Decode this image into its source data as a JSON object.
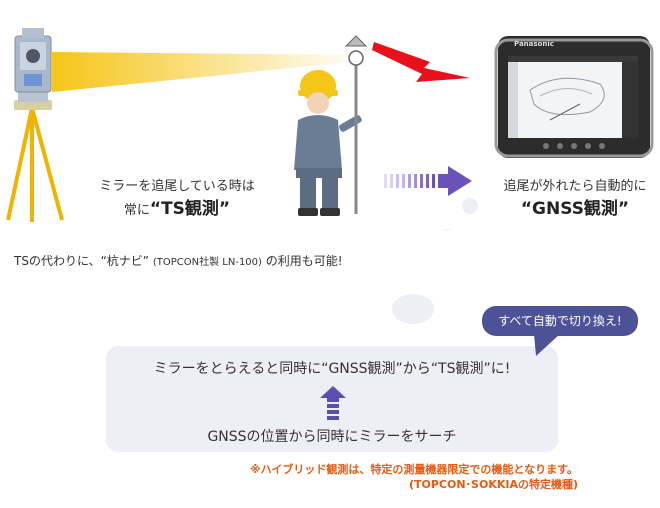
{
  "left_caption": {
    "line1": "ミラーを追尾している時は",
    "line2_prefix": "常に",
    "line2_bold": "“TS観測”"
  },
  "right_caption": {
    "line1": "追尾が外れたら自動的に",
    "line2_bold": "“GNSS観測”"
  },
  "tablet": {
    "brand": "Panasonic"
  },
  "ts_note": {
    "prefix": "TSの代わりに、",
    "highlight": "“杭ナビ”",
    "model": "(TOPCON社製 LN-100)",
    "suffix": "の利用も可能!"
  },
  "callout": {
    "label": "すべて自動で切り換え!"
  },
  "cloud": {
    "top_text": "ミラーをとらえると同時に“GNSS観測”から“TS観測”に!",
    "bottom_text": "GNSSの位置から同時にミラーをサーチ"
  },
  "footnote": {
    "line1": "※ハイブリッド観測は、特定の測量機器限定での機能となります。",
    "line2": "(TOPCON･SOKKIAの特定機種)"
  },
  "colors": {
    "beam": "#f5c518",
    "signal": "#e8101a",
    "arrow": "#6a52b8",
    "cloud": "#eeeef7",
    "bubble": "#4d5296",
    "warning": "#e85a12"
  }
}
